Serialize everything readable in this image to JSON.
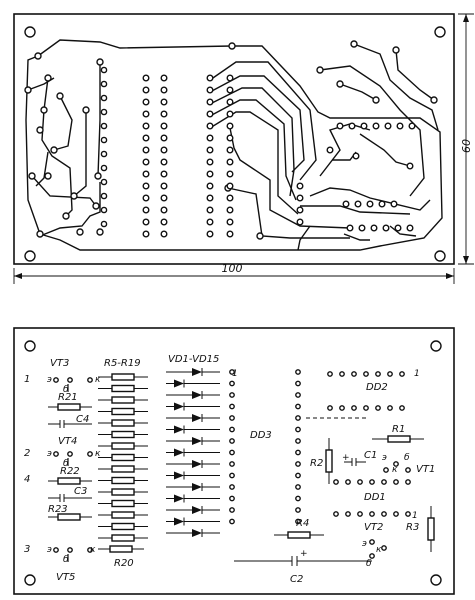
{
  "top_board": {
    "dimension_width": "100",
    "dimension_height": "60"
  },
  "bottom_board": {
    "labels": {
      "vt3": "VT3",
      "vt4": "VT4",
      "vt5": "VT5",
      "vt1": "VT1",
      "vt2": "VT2",
      "r5_r19": "R5-R19",
      "vd1_vd15": "VD1-VD15",
      "dd1": "DD1",
      "dd2": "DD2",
      "dd3": "DD3",
      "r1": "R1",
      "r2": "R2",
      "r3": "R3",
      "r4": "R4",
      "r20": "R20",
      "r21": "R21",
      "r22": "R22",
      "r23": "R23",
      "c1": "C1",
      "c2": "C2",
      "c3": "C3",
      "c4": "C4",
      "pin_1": "1",
      "pin_2": "2",
      "pin_3": "3",
      "pin_4": "4",
      "e_vt3": "э",
      "b_vt3": "б",
      "k_vt3": "к",
      "e_vt4": "э",
      "b_vt4": "б",
      "k_vt4": "к",
      "e_vt5": "э",
      "b_vt5": "б",
      "k_vt5": "к",
      "e_vt1": "э",
      "b_vt1": "б",
      "k_vt1": "к",
      "e_vt2": "э",
      "b_vt2": "б",
      "k_vt2": "к",
      "pin_dd3_1": "1",
      "pin_dd2_1": "1",
      "pin_dd1_1": "1",
      "plus_c1": "+",
      "plus_c2": "+"
    }
  }
}
